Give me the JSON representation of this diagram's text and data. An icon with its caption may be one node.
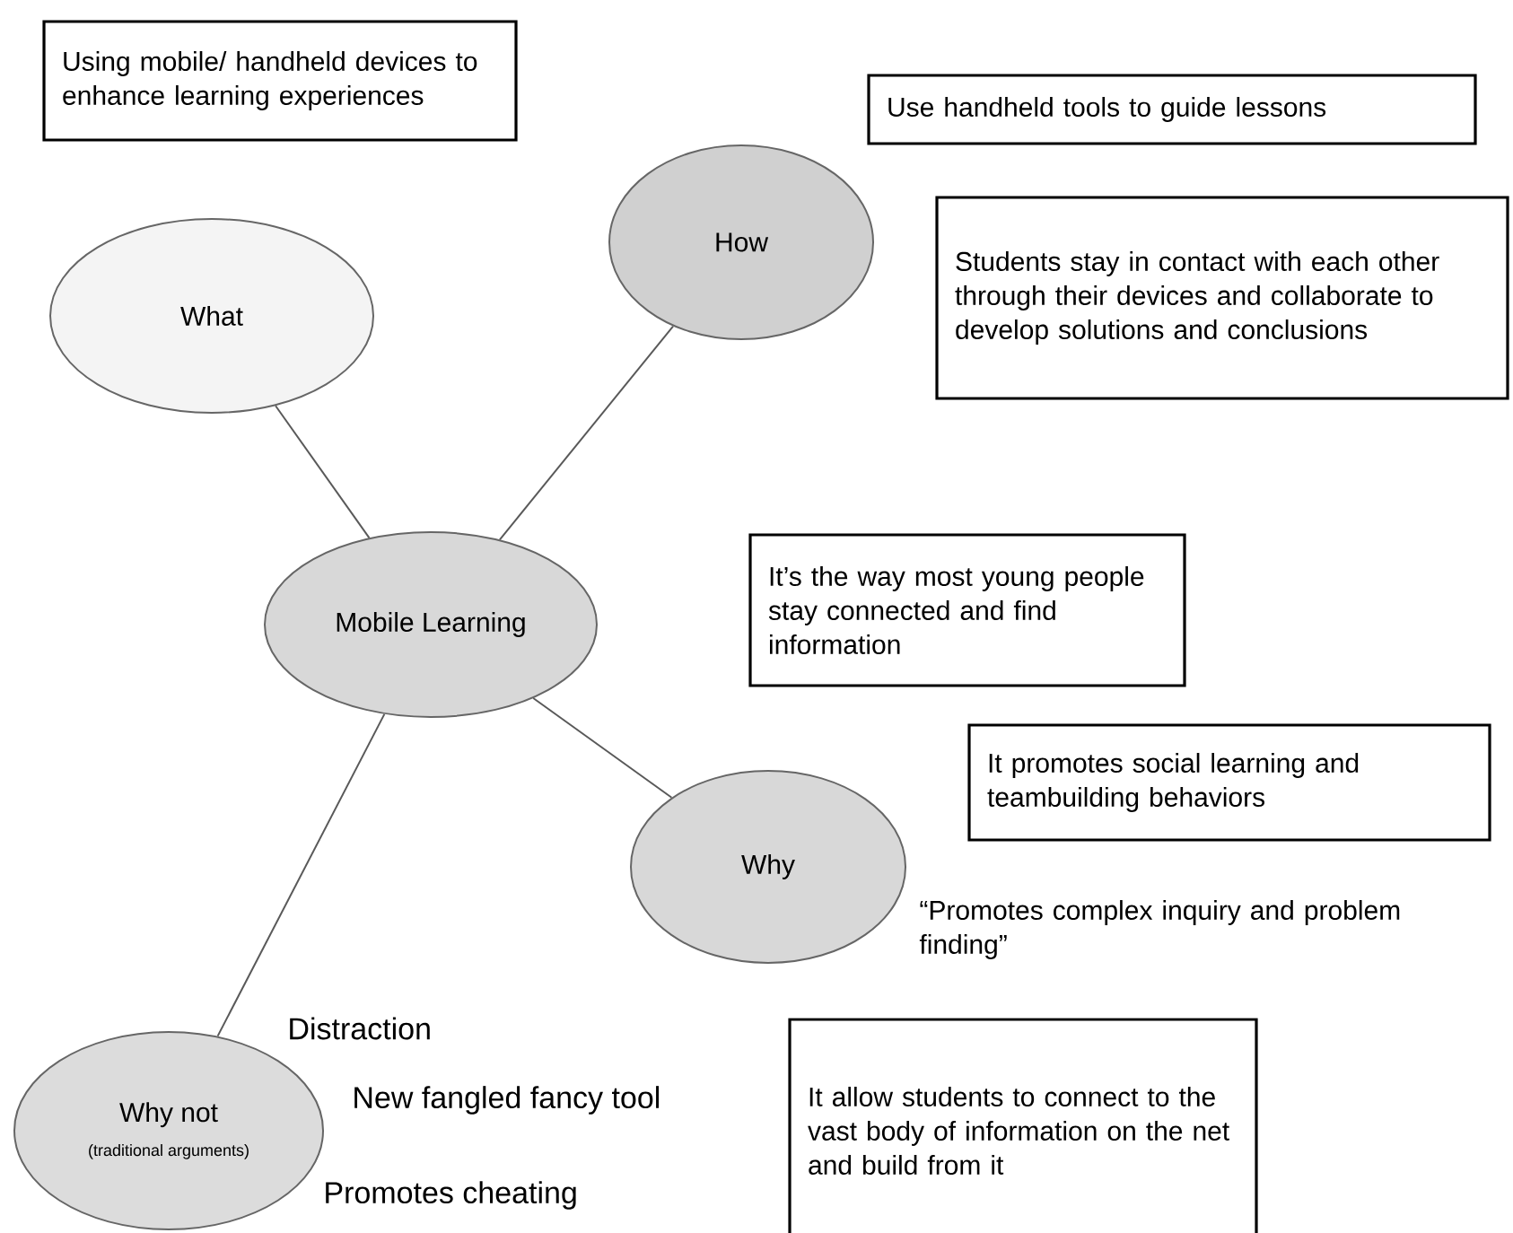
{
  "diagram": {
    "nodes": [
      {
        "text": [
          "Using mobile/ handheld devices to enhance learning experiences"
        ]
      },
      {
        "text": [
          "Use handheld tools to guide lessons"
        ]
      },
      {
        "text": [
          "How"
        ]
      },
      {
        "text": [
          "Students stay in contact with each other through their devices and collaborate to develop solutions and conclusions"
        ]
      },
      {
        "text": [
          "What"
        ]
      },
      {
        "text": [
          "It’s the way most young people stay connected and find information"
        ]
      },
      {
        "text": [
          "Mobile Learning"
        ]
      },
      {
        "text": [
          "It promotes social learning and teambuilding behaviors"
        ]
      },
      {
        "text": [
          "Why"
        ]
      },
      {
        "text": [
          "It allow students to connect to the vast body of information on the net and build from it"
        ]
      },
      {
        "text": [
          "Why not",
          "(traditional arguments)"
        ]
      }
    ],
    "edges": [
      {
        "from": 6,
        "to": 4,
        "arrow": "none"
      },
      {
        "from": 6,
        "to": 2,
        "arrow": "none"
      },
      {
        "from": 6,
        "to": 8,
        "arrow": "none"
      },
      {
        "from": 6,
        "to": 10,
        "arrow": "none"
      }
    ],
    "labels": [
      "“Promotes complex inquiry and problem finding”",
      "Distraction",
      "New fangled fancy tool",
      "Promotes cheating"
    ]
  }
}
